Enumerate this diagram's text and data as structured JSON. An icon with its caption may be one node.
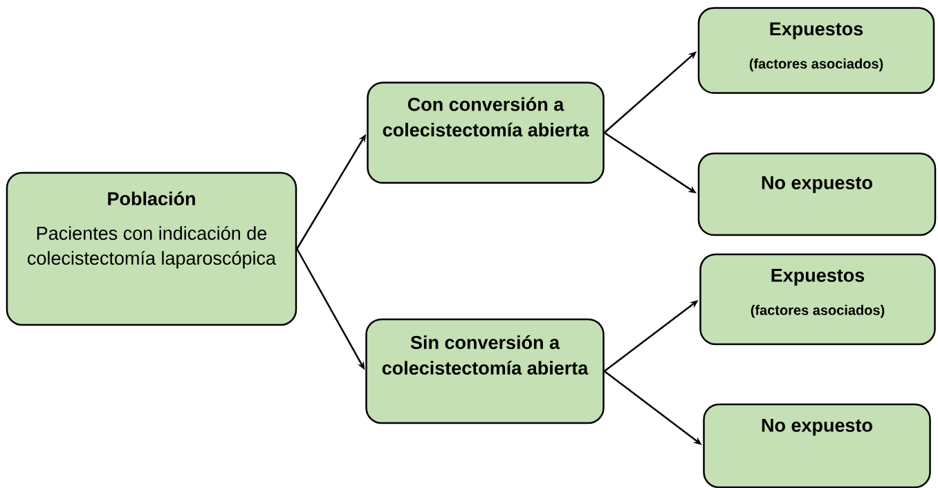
{
  "diagram": {
    "nodes": [
      {
        "text": [
          "Población",
          "Pacientes con indicación de colecistectomía laparoscópica"
        ]
      },
      {
        "text": [
          "Con conversión a colecistectomía abierta"
        ]
      },
      {
        "text": [
          "Expuestos",
          "(factores asociados)"
        ]
      },
      {
        "text": [
          "No expuesto"
        ]
      },
      {
        "text": [
          "Sin conversión a colecistectomía abierta"
        ]
      },
      {
        "text": [
          "Expuestos",
          "(factores asociados)"
        ]
      },
      {
        "text": [
          "No expuesto"
        ]
      }
    ],
    "edges": [
      {
        "from": 0,
        "to": 1,
        "arrow": "to"
      },
      {
        "from": 0,
        "to": 4,
        "arrow": "to"
      },
      {
        "from": 1,
        "to": 2,
        "arrow": "to"
      },
      {
        "from": 1,
        "to": 3,
        "arrow": "to"
      },
      {
        "from": 4,
        "to": 5,
        "arrow": "to"
      },
      {
        "from": 4,
        "to": 6,
        "arrow": "to"
      }
    ]
  }
}
